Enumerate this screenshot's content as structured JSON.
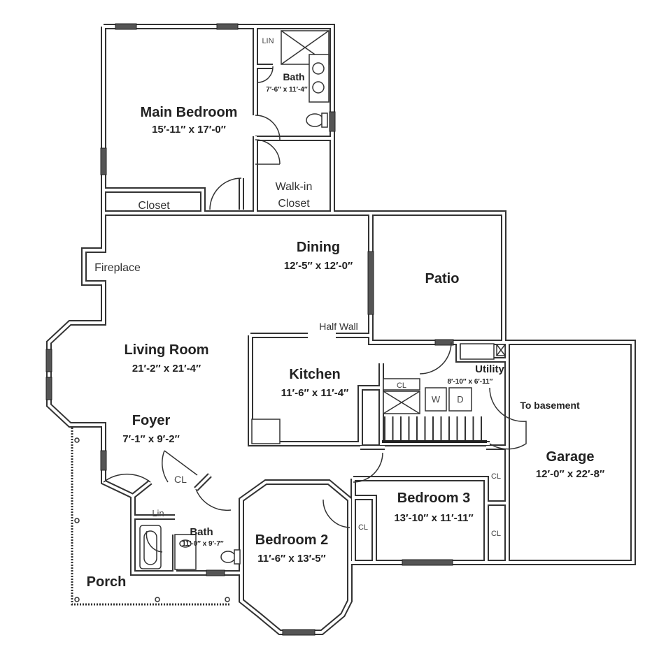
{
  "rooms": {
    "main_bedroom": {
      "name": "Main Bedroom",
      "dims": "15′-11″ x 17′-0″"
    },
    "main_bath": {
      "name": "Bath",
      "dims": "7′-6″ x 11′-4″"
    },
    "lin_top": "LIN",
    "walkin_closet": [
      "Walk-in",
      "Closet"
    ],
    "closet": "Closet",
    "dining": {
      "name": "Dining",
      "dims": "12′-5″ x 12′-0″"
    },
    "patio": {
      "name": "Patio"
    },
    "fireplace": "Fireplace",
    "half_wall": "Half Wall",
    "living_room": {
      "name": "Living Room",
      "dims": "21′-2″ x 21′-4″"
    },
    "kitchen": {
      "name": "Kitchen",
      "dims": "11′-6″ x 11′-4″"
    },
    "utility": {
      "name": "Utility",
      "dims": "8′-10″ x 6′-11″"
    },
    "utility_cl": "CL",
    "washer": "W",
    "dryer": "D",
    "to_basement": "To basement",
    "garage": {
      "name": "Garage",
      "dims": "12′-0″ x 22′-8″"
    },
    "foyer": {
      "name": "Foyer",
      "dims": "7′-1″ x 9′-2″"
    },
    "foyer_cl": "CL",
    "lin_bottom": "Lin",
    "hall_bath": {
      "name": "Bath",
      "dims": "11′-0″ x 9′-7″"
    },
    "bedroom2": {
      "name": "Bedroom 2",
      "dims": "11′-6″ x 13′-5″"
    },
    "bedroom2_cl": "CL",
    "bedroom3": {
      "name": "Bedroom 3",
      "dims": "13′-10″ x 11′-11″"
    },
    "bedroom3_cl": [
      "CL",
      "CL"
    ],
    "porch": {
      "name": "Porch"
    }
  }
}
